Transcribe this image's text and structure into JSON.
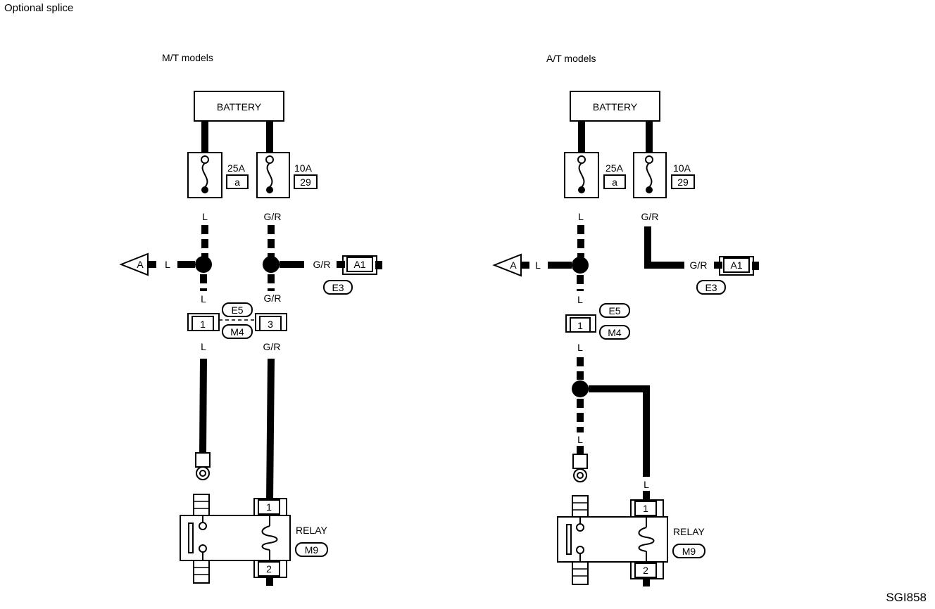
{
  "header": {
    "title": "Optional splice"
  },
  "footer": {
    "code": "SGI858"
  },
  "mt": {
    "title": "M/T models",
    "battery": "BATTERY",
    "fuse_left": {
      "rating": "25A",
      "code": "a"
    },
    "fuse_right": {
      "rating": "10A",
      "code": "29"
    },
    "wire_l": "L",
    "wire_gr": "G/R",
    "arrow": "A",
    "conn_a1": "A1",
    "conn_e3": "E3",
    "conn_e5": "E5",
    "conn_m4": "M4",
    "pin1": "1",
    "pin3": "3",
    "relay": "RELAY",
    "relay_conn": "M9",
    "relay_pin1": "1",
    "relay_pin2": "2"
  },
  "at": {
    "title": "A/T models",
    "battery": "BATTERY",
    "fuse_left": {
      "rating": "25A",
      "code": "a"
    },
    "fuse_right": {
      "rating": "10A",
      "code": "29"
    },
    "wire_l": "L",
    "wire_gr": "G/R",
    "arrow": "A",
    "conn_a1": "A1",
    "conn_e3": "E3",
    "conn_e5": "E5",
    "conn_m4": "M4",
    "pin1": "1",
    "relay": "RELAY",
    "relay_conn": "M9",
    "relay_pin1": "1",
    "relay_pin2": "2"
  }
}
